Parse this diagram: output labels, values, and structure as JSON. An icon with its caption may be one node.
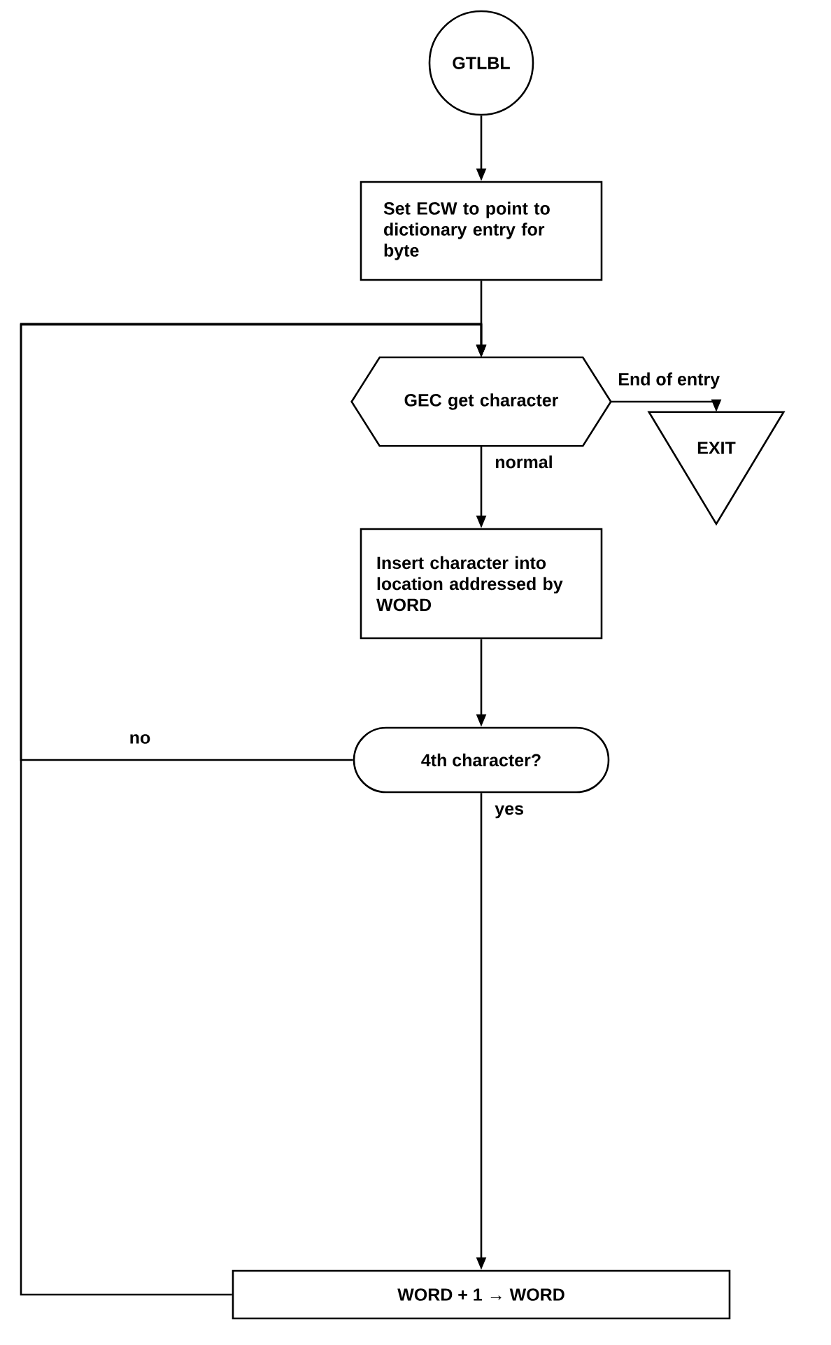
{
  "diagram": {
    "nodes": [
      {
        "text": [
          "GTLBL"
        ]
      },
      {
        "text": [
          "Set ECW to point to dictionary entry for byte"
        ]
      },
      {
        "text": [
          "GEC get character"
        ]
      },
      {
        "text": [
          "EXIT"
        ]
      },
      {
        "text": [
          "Insert character into location addressed by WORD"
        ]
      },
      {
        "text": [
          "4th character?"
        ]
      },
      {
        "text": [
          "WORD + 1 → WORD"
        ]
      }
    ],
    "edges": [
      {
        "from": 0,
        "to": 1,
        "arrow": "to"
      },
      {
        "from": 1,
        "to": 2,
        "arrow": "to"
      },
      {
        "from": 2,
        "to": 3,
        "arrow": "to",
        "label": "End of entry"
      },
      {
        "from": 2,
        "to": 4,
        "arrow": "to",
        "label": "normal"
      },
      {
        "from": 4,
        "to": 5,
        "arrow": "to"
      },
      {
        "from": 5,
        "to": 2,
        "arrow": "to",
        "label": "no"
      },
      {
        "from": 5,
        "to": 6,
        "arrow": "to",
        "label": "yes"
      },
      {
        "from": 6,
        "to": 2,
        "arrow": "to"
      }
    ]
  }
}
